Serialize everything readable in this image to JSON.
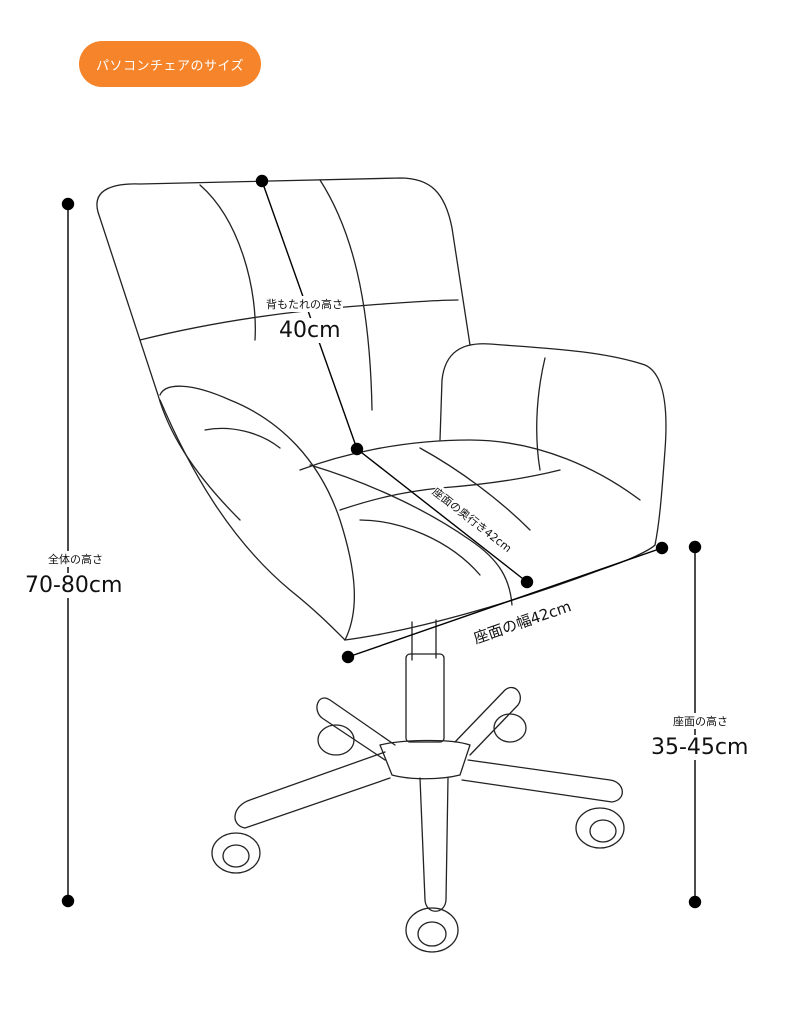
{
  "badge": {
    "text": "パソコンチェアのサイズ",
    "color": "#f5842a"
  },
  "dimensions": {
    "backrest_height": {
      "label": "背もたれの高さ",
      "value": "40cm"
    },
    "overall_height": {
      "label": "全体の高さ",
      "value": "70-80cm"
    },
    "seat_height": {
      "label": "座面の高さ",
      "value": "35-45cm"
    },
    "seat_depth": {
      "label": "座面の奥行き42cm"
    },
    "seat_width": {
      "label": "座面の幅42cm"
    }
  }
}
